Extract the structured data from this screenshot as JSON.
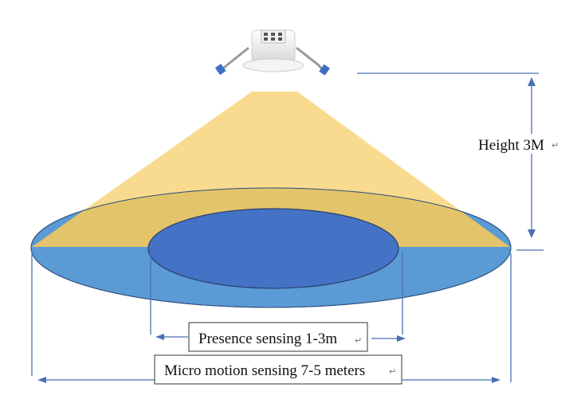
{
  "height_label": "Height 3M",
  "presence_label": "Presence sensing 1-3m",
  "micro_motion_label": "Micro motion sensing 7-5 meters",
  "return_mark": "↵",
  "colors": {
    "cone": "#f7cf6a",
    "outer_area": "#5b9bd5",
    "outer_area_back": "#a8a46a",
    "inner_area": "#4472c4",
    "dimension_lines": "#4a6fb3"
  },
  "icons": {
    "sensor": "ceiling-sensor-icon"
  }
}
